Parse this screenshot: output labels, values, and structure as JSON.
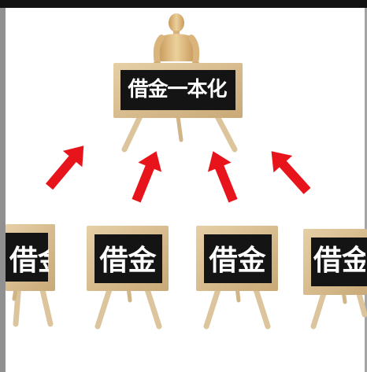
{
  "main_board": {
    "label": "借金一本化"
  },
  "debt_boards": [
    {
      "label": "借金"
    },
    {
      "label": "借金"
    },
    {
      "label": "借金"
    },
    {
      "label": "借金"
    }
  ],
  "colors": {
    "arrow": "#e8141b",
    "board_face": "#141414",
    "board_frame": "#d6bb8c",
    "easel_wood": "#dcc59c",
    "mannequin_wood": "#e0c28a"
  }
}
